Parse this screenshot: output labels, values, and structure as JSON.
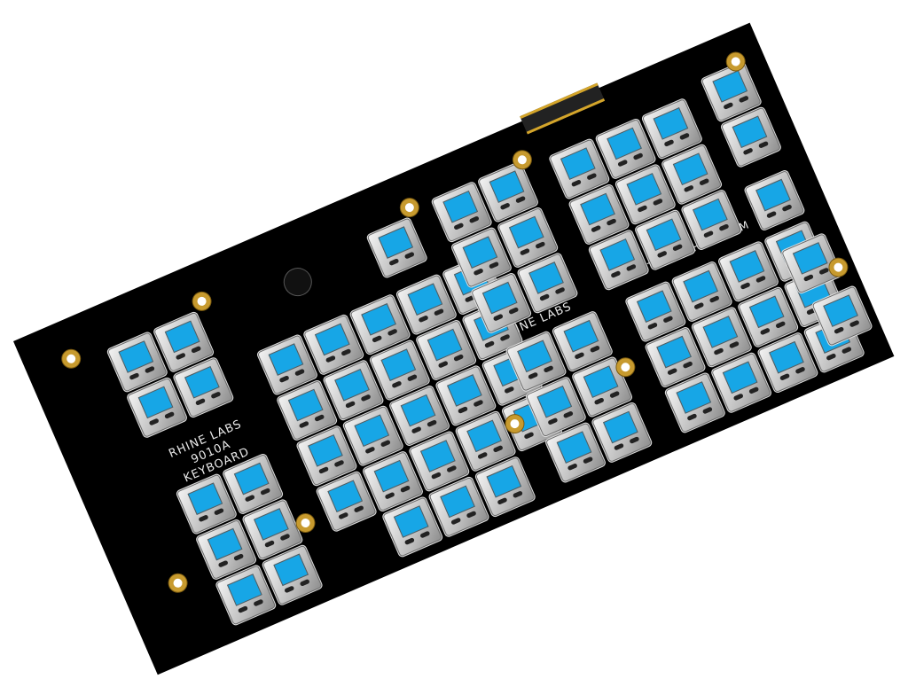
{
  "silkscreen": {
    "left_title": [
      "RHINE  LABS",
      "9010A",
      "KEYBOARD"
    ],
    "center_title": "RHINE  LABS",
    "website": "WWW.STEVENRHINE.COM"
  },
  "colors": {
    "board": "#000000",
    "key_screen": "#17a6e6",
    "hole_plating": "#c79a2e"
  }
}
